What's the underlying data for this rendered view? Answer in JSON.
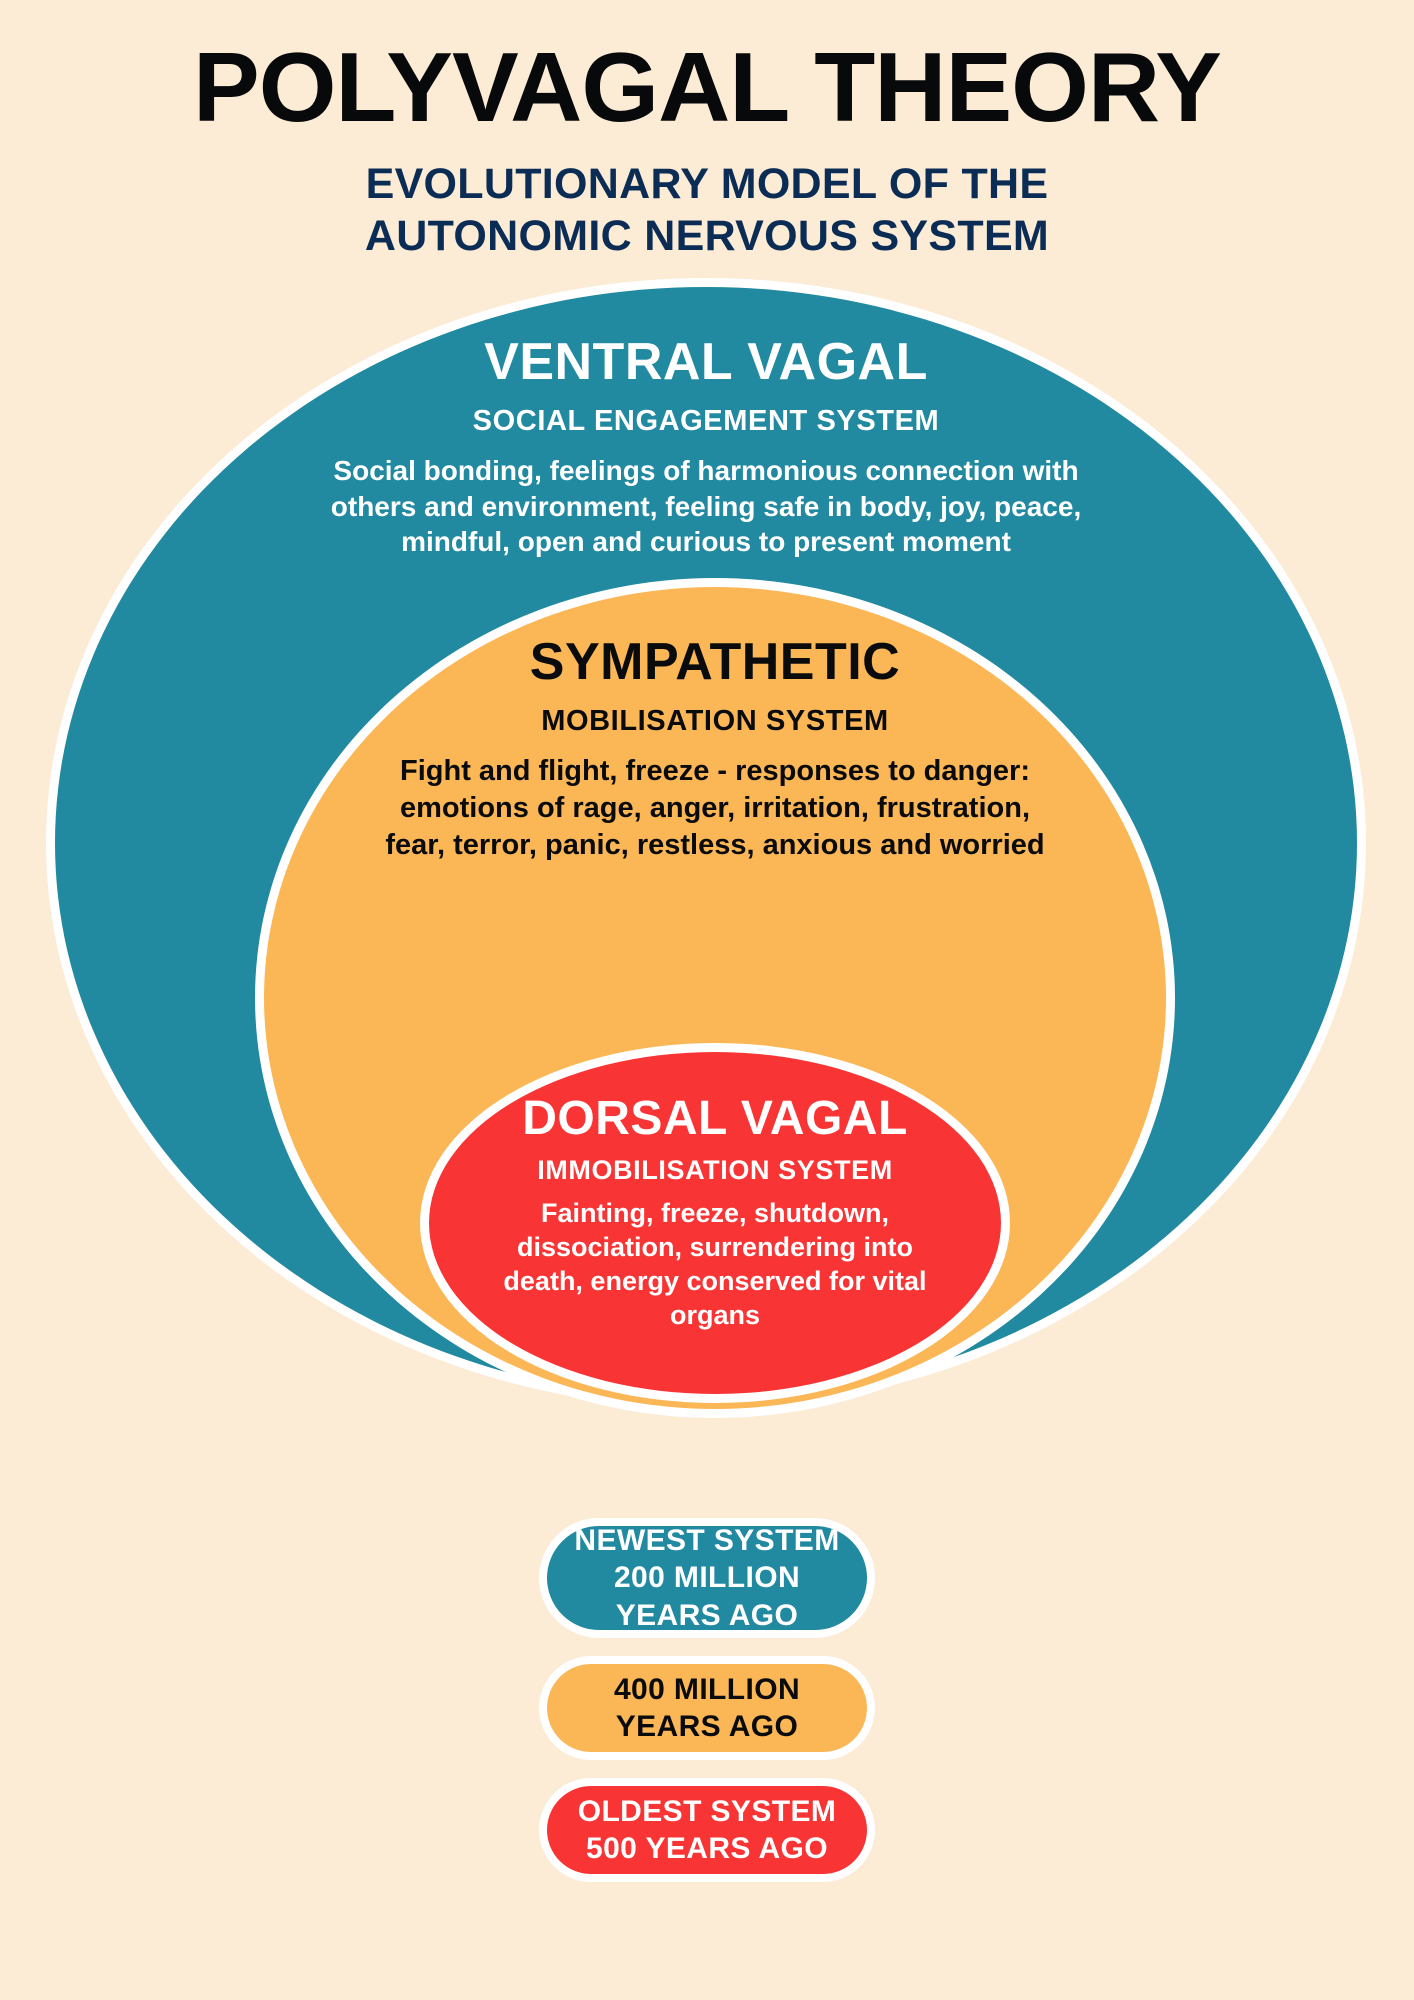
{
  "header": {
    "title": "POLYVAGAL THEORY",
    "subtitle_line1": "EVOLUTIONARY MODEL OF THE",
    "subtitle_line2": "AUTONOMIC NERVOUS SYSTEM"
  },
  "colors": {
    "background": "#FCEBD5",
    "title": "#08090B",
    "subtitle": "#0B2C54",
    "ventral": "#2189A0",
    "sympathetic": "#FBB656",
    "dorsal": "#F83434",
    "ring": "#FFFFFF"
  },
  "diagram": {
    "layers": [
      {
        "name": "ventral-vagal",
        "heading": "VENTRAL VAGAL",
        "subheading": "SOCIAL ENGAGEMENT SYSTEM",
        "body": "Social bonding, feelings of harmonious connection with others and environment, feeling safe in body, joy, peace, mindful, open and curious to present moment",
        "color": "#2189A0",
        "text_color": "#FFFFFF"
      },
      {
        "name": "sympathetic",
        "heading": "SYMPATHETIC",
        "subheading": "MOBILISATION SYSTEM",
        "body": "Fight and flight, freeze - responses to danger: emotions of rage, anger, irritation, frustration, fear, terror, panic, restless, anxious and worried",
        "color": "#FBB656",
        "text_color": "#0A0B0D"
      },
      {
        "name": "dorsal-vagal",
        "heading": "DORSAL VAGAL",
        "subheading": "IMMOBILISATION SYSTEM",
        "body": "Fainting, freeze, shutdown, dissociation, surrendering into death, energy conserved for vital organs",
        "color": "#F83434",
        "text_color": "#FFFFFF"
      }
    ]
  },
  "legend": {
    "items": [
      {
        "name": "newest-system",
        "line1": "NEWEST SYSTEM",
        "line2": "200 MILLION",
        "line3": "YEARS AGO",
        "color": "#2189A0",
        "text_color": "#FFFFFF"
      },
      {
        "name": "middle-system",
        "line1": "400 MILLION",
        "line2": "YEARS AGO",
        "line3": "",
        "color": "#FBB656",
        "text_color": "#0A0B0D"
      },
      {
        "name": "oldest-system",
        "line1": "OLDEST SYSTEM",
        "line2": "500 YEARS AGO",
        "line3": "",
        "color": "#F83434",
        "text_color": "#FFFFFF"
      }
    ]
  }
}
